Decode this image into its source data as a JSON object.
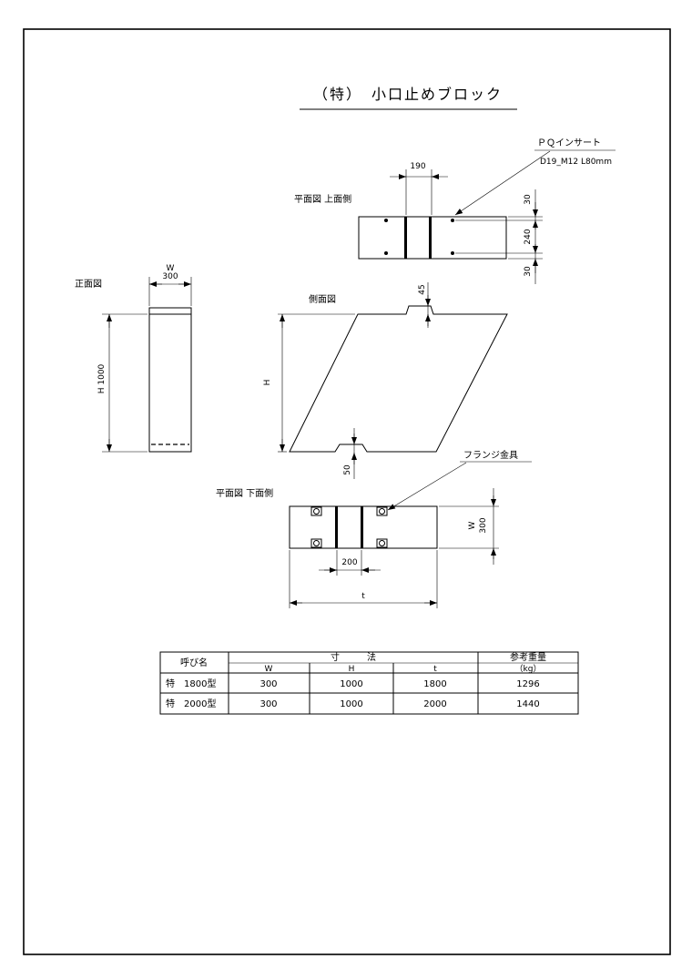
{
  "title": "（特）　小口止めブロック",
  "views": {
    "plan_top": "平面図 上面側",
    "front": "正面図",
    "side": "側面図",
    "plan_bottom": "平面図 下面側"
  },
  "callouts": {
    "insert_name": "ＰＱインサート",
    "insert_spec": "D19_M12 L80mm",
    "flange": "フランジ金具"
  },
  "dims": {
    "d190": "190",
    "d30a": "30",
    "d240": "240",
    "d30b": "30",
    "w_label": "W",
    "w_300": "300",
    "h_1000": "H 1000",
    "d45": "45",
    "h_label": "H",
    "d50": "50",
    "w_label2": "W",
    "w_300b": "300",
    "d200": "200",
    "t_label": "t"
  },
  "table": {
    "col_name": "呼び名",
    "col_dims": "寸　　　法",
    "col_weight": "参考重量",
    "unit_weight": "（kg）",
    "sub_w": "W",
    "sub_h": "H",
    "sub_t": "t",
    "rows": [
      {
        "name": "特　1800型",
        "w": "300",
        "h": "1000",
        "t": "1800",
        "kg": "1296"
      },
      {
        "name": "特　2000型",
        "w": "300",
        "h": "1000",
        "t": "2000",
        "kg": "1440"
      }
    ]
  }
}
